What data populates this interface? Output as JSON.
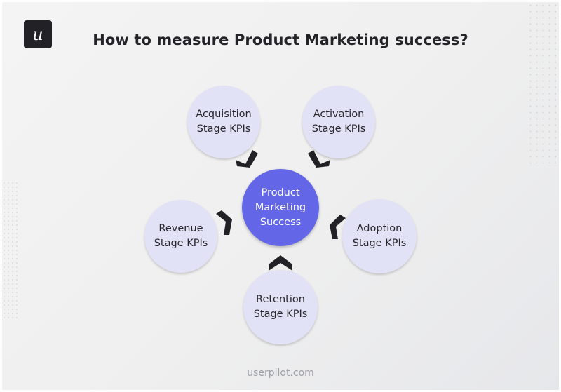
{
  "header": {
    "logo_letter": "u",
    "title": "How to measure Product Marketing success?"
  },
  "diagram": {
    "center": {
      "line1": "Product",
      "line2": "Marketing",
      "line3": "Success"
    },
    "nodes": [
      {
        "id": "acquisition",
        "line1": "Acquisition",
        "line2": "Stage KPIs"
      },
      {
        "id": "activation",
        "line1": "Activation",
        "line2": "Stage KPIs"
      },
      {
        "id": "adoption",
        "line1": "Adoption",
        "line2": "Stage KPIs"
      },
      {
        "id": "retention",
        "line1": "Retention",
        "line2": "Stage KPIs"
      },
      {
        "id": "revenue",
        "line1": "Revenue",
        "line2": "Stage KPIs"
      }
    ],
    "colors": {
      "center_fill": "#6366e6",
      "node_fill": "#e2e2f7",
      "arrow": "#222226",
      "title": "#232328"
    }
  },
  "footer": {
    "brand_url": "userpilot.com"
  }
}
